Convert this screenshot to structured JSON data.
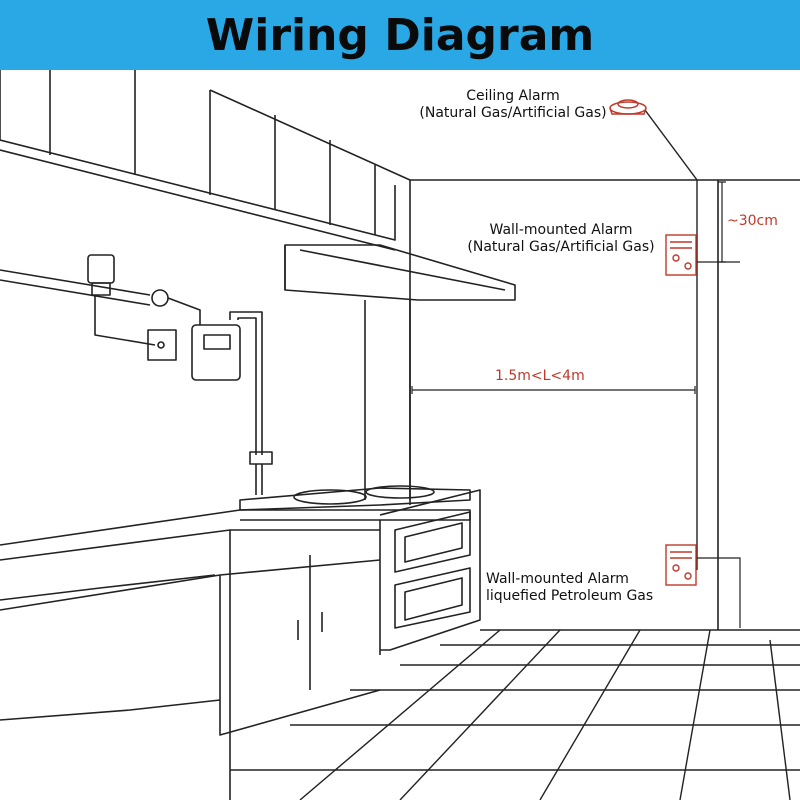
{
  "header": {
    "title": "Wiring Diagram"
  },
  "colors": {
    "banner": "#2aa8e6",
    "alarm": "#c0392b",
    "line": "#222222"
  },
  "alarms": {
    "ceiling": {
      "line1": "Ceiling Alarm",
      "line2": "(Natural Gas/Artificial Gas)"
    },
    "wall_natural": {
      "line1": "Wall-mounted Alarm",
      "line2": "(Natural Gas/Artificial Gas)"
    },
    "wall_lpg": {
      "line1": "Wall-mounted Alarm",
      "line2": "liquefied Petroleum Gas"
    }
  },
  "dimensions": {
    "ceiling_offset": "~30cm",
    "distance": "1.5m<L<4m"
  }
}
